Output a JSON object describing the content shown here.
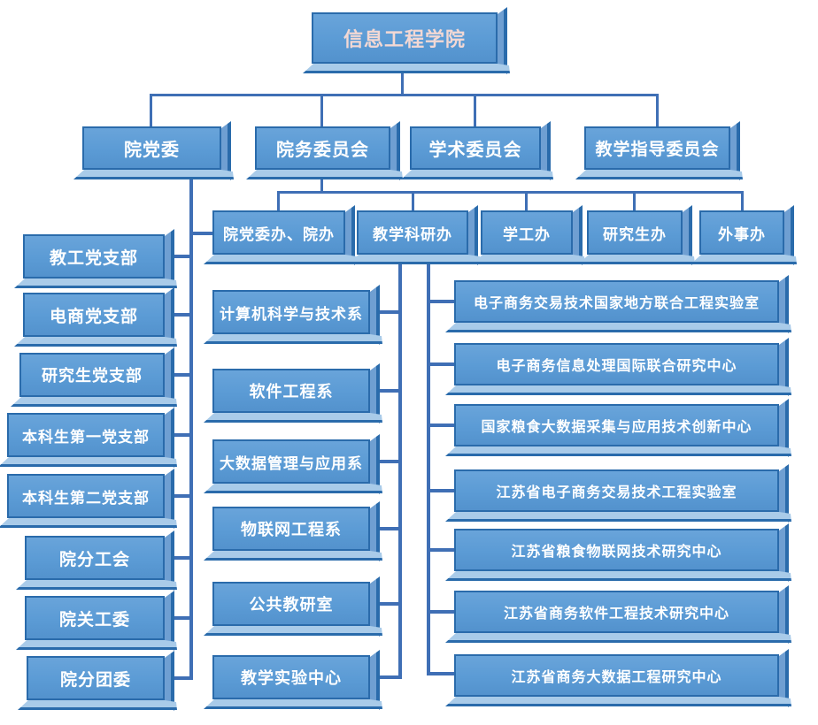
{
  "title": "信息工程学院",
  "committees": [
    "院党委",
    "院务委员会",
    "学术委员会",
    "教学指导委员会"
  ],
  "offices": [
    "院党委办、院办",
    "教学科研办",
    "学工办",
    "研究生办",
    "外事办"
  ],
  "party_branches": [
    "教工党支部",
    "电商党支部",
    "研究生党支部",
    "本科生第一党支部",
    "本科生第二党支部",
    "院分工会",
    "院关工委",
    "院分团委"
  ],
  "departments": [
    "计算机科学与技术系",
    "软件工程系",
    "大数据管理与应用系",
    "物联网工程系",
    "公共教研室",
    "教学实验中心"
  ],
  "research_centers": [
    "电子商务交易技术国家地方联合工程实验室",
    "电子商务信息处理国际联合研究中心",
    "国家粮食大数据采集与应用技术创新中心",
    "江苏省电子商务交易技术工程实验室",
    "江苏省粮食物联网技术研究中心",
    "江苏省商务软件工程技术研究中心",
    "江苏省商务大数据工程研究中心"
  ],
  "colors": {
    "box_face": "#5b9bd5",
    "box_face_hi": "#69a4da",
    "box_border": "#2a6bab",
    "box_side": "#6f9fd2",
    "box_bottom": "#a9cbe9",
    "connector": "#3f6fb5",
    "box_text": "#ffffff",
    "title_text": "#f2d8d4"
  }
}
